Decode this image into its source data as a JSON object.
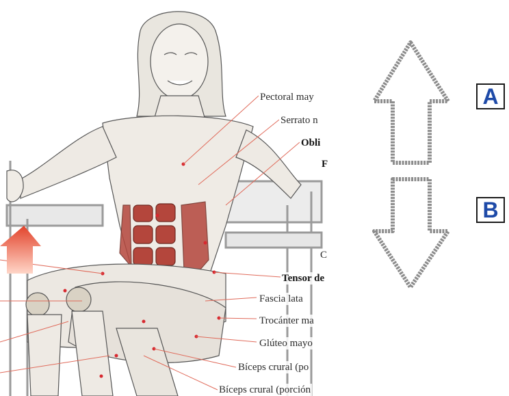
{
  "labels": [
    {
      "text": "Pectoral may",
      "bold": false
    },
    {
      "text": "Serrato n",
      "bold": false
    },
    {
      "text": "Obli",
      "bold": true
    },
    {
      "text": "F",
      "bold": true
    },
    {
      "text": "C",
      "bold": false
    },
    {
      "text": "Tensor de",
      "bold": true
    },
    {
      "text": "Fascia lata",
      "bold": false
    },
    {
      "text": "Trocánter ma",
      "bold": false
    },
    {
      "text": "Glúteo mayo",
      "bold": false
    },
    {
      "text": "Bíceps crural (po",
      "bold": false
    },
    {
      "text": "Bíceps crural (porción",
      "bold": false
    }
  ],
  "markers": {
    "a": "A",
    "b": "B"
  },
  "colors": {
    "muscle": "#b4463c",
    "arrow_up": "#e2432b",
    "marker_text": "#1e4aa8"
  }
}
